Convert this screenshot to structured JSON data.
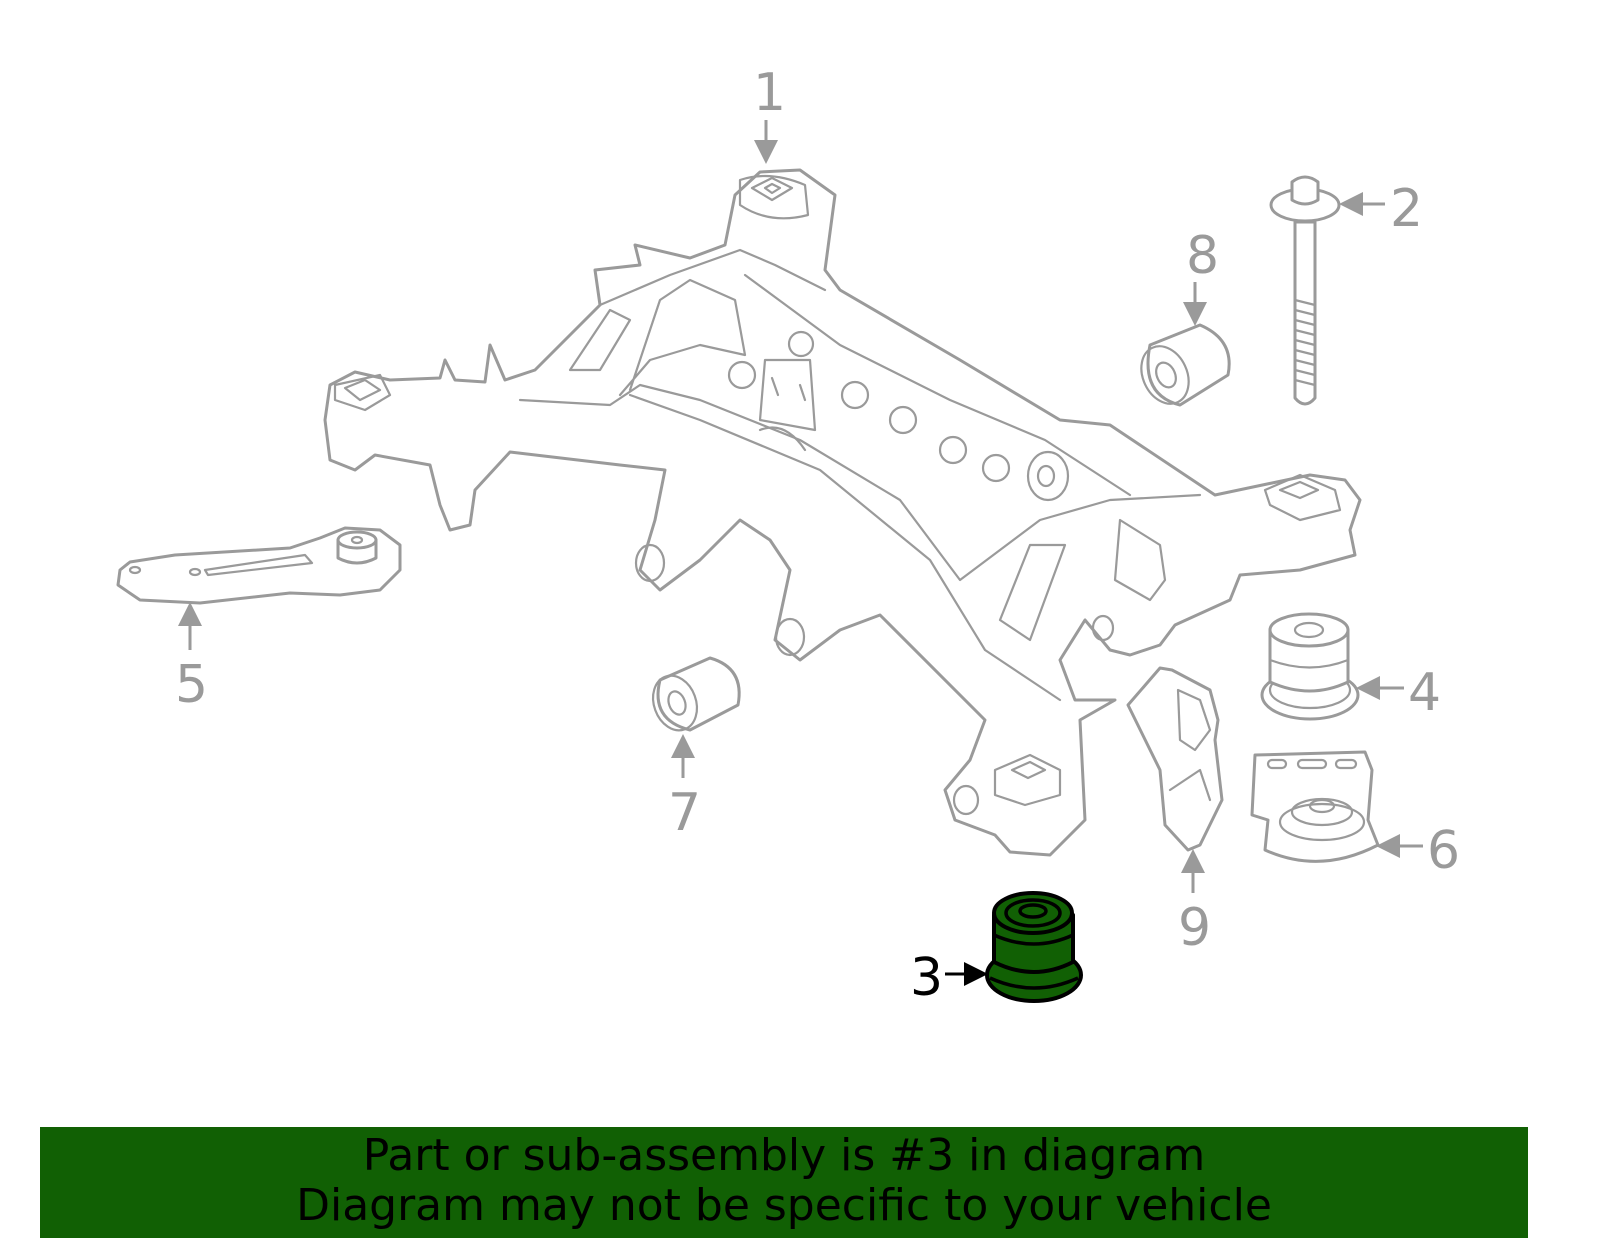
{
  "diagram": {
    "callouts": [
      "1",
      "2",
      "3",
      "4",
      "5",
      "6",
      "7",
      "8",
      "9"
    ],
    "highlighted_part": "3",
    "colors": {
      "highlight": "#116004",
      "line": "#9a9a9a",
      "banner": "#116004"
    }
  },
  "banner": {
    "line1": "Part or sub-assembly is #3 in diagram",
    "line2": "Diagram may not be specific to your vehicle"
  }
}
